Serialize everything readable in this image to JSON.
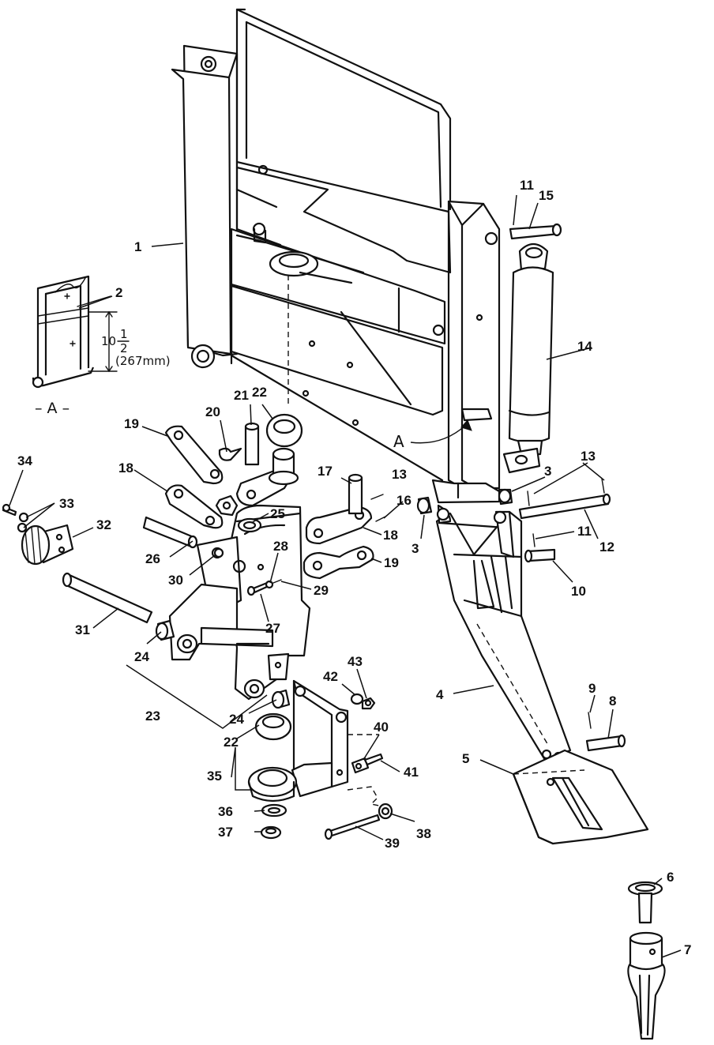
{
  "callouts": {
    "c1": "1",
    "c2": "2",
    "c3a": "3",
    "c3b": "3",
    "c4": "4",
    "c5": "5",
    "c6": "6",
    "c7": "7",
    "c8": "8",
    "c9": "9",
    "c10": "10",
    "c11a": "11",
    "c11b": "11",
    "c12": "12",
    "c13a": "13",
    "c13b": "13",
    "c14": "14",
    "c15": "15",
    "c16": "16",
    "c17": "17",
    "c18a": "18",
    "c18b": "18",
    "c19a": "19",
    "c19b": "19",
    "c20": "20",
    "c21": "21",
    "c22a": "22",
    "c22b": "22",
    "c23": "23",
    "c24a": "24",
    "c24b": "24",
    "c25": "25",
    "c26": "26",
    "c27": "27",
    "c28": "28",
    "c29": "29",
    "c30": "30",
    "c31": "31",
    "c32": "32",
    "c33": "33",
    "c34": "34",
    "c35": "35",
    "c36": "36",
    "c37": "37",
    "c38": "38",
    "c39": "39",
    "c40": "40",
    "c41": "41",
    "c42": "42",
    "c43": "43"
  },
  "detail": {
    "view_label": "A",
    "section_label": "– A –",
    "dimension_whole": "10",
    "dimension_fraction_num": "1",
    "dimension_fraction_den": "2",
    "dimension_metric": "(267mm)"
  }
}
